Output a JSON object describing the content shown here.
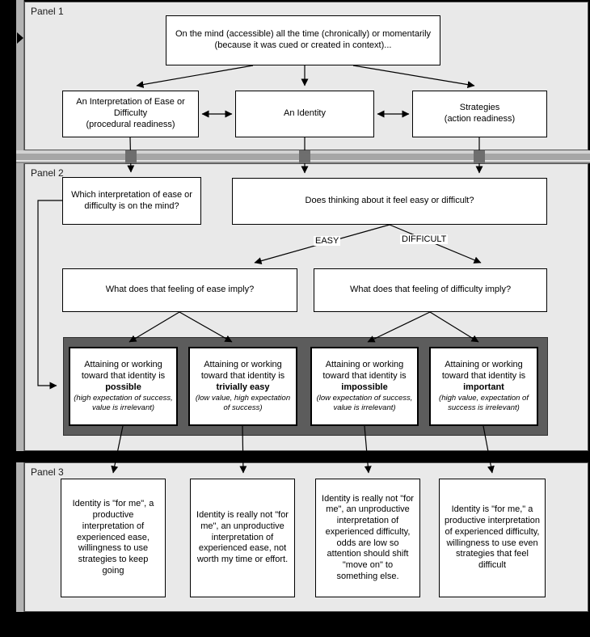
{
  "panel1": {
    "label": "Panel 1",
    "top_box": "On the mind (accessible) all the time (chronically) or momentarily (because it was cued or created in context)...",
    "boxes": [
      {
        "text": "An Interpretation of Ease or Difficulty",
        "sub": "(procedural readiness)"
      },
      {
        "text": "An Identity",
        "sub": ""
      },
      {
        "text": "Strategies",
        "sub": "(action readiness)"
      }
    ]
  },
  "panel2": {
    "label": "Panel 2",
    "q_which": "Which interpretation of ease or difficulty is on the mind?",
    "q_feel": "Does thinking about it feel easy or difficult?",
    "branch_easy": "EASY",
    "branch_difficult": "DIFFICULT",
    "q_ease_imply": "What does that feeling of ease imply?",
    "q_difficulty_imply": "What does that feeling of difficulty imply?",
    "outcomes": [
      {
        "lead": "Attaining or working toward that identity is",
        "keyword": "possible",
        "note": "(high expectation of success, value is irrelevant)"
      },
      {
        "lead": "Attaining or working toward that identity is",
        "keyword": "trivially easy",
        "note": "(low value, high expectation of success)"
      },
      {
        "lead": "Attaining or working toward that identity is",
        "keyword": "impossible",
        "note": "(low expectation of success, value is irrelevant)"
      },
      {
        "lead": "Attaining or working toward that identity is",
        "keyword": "important",
        "note": "(high value, expectation of success is irrelevant)"
      }
    ]
  },
  "panel3": {
    "label": "Panel 3",
    "conclusions": [
      "Identity is \"for me\", a productive interpretation of experienced ease, willingness to use strategies to keep going",
      "Identity is really not \"for me\", an unproductive interpretation of experienced ease, not worth my time or effort.",
      "Identity is really not \"for me\", an unproductive interpretation of experienced difficulty, odds are low so attention should shift \"move on\" to something else.",
      "Identity is \"for me,\" a productive interpretation of experienced difficulty, willingness to use even strategies that feel difficult"
    ]
  },
  "colors": {
    "panel_bg": "#e9e9e9",
    "dark_container": "#5c5c5c",
    "separator": "#a6a6a6",
    "background": "#000000"
  }
}
